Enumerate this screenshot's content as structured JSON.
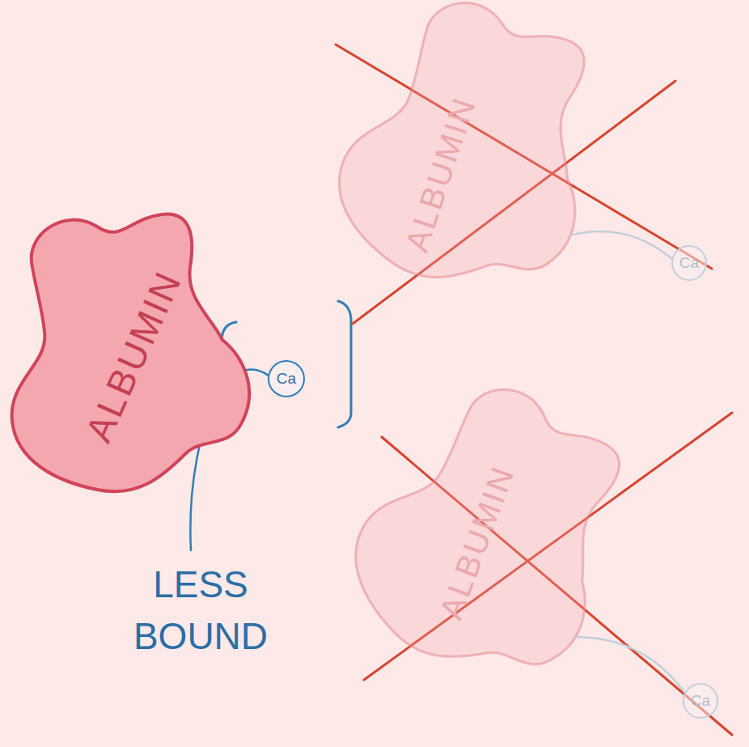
{
  "diagram": {
    "nodes": [
      {
        "text": [
          "ALBUMIN"
        ]
      },
      {
        "text": [
          "Ca"
        ]
      },
      {
        "text": [
          "ALBUMIN"
        ]
      },
      {
        "text": [
          "Ca"
        ]
      },
      {
        "text": [
          "ALBUMIN"
        ]
      },
      {
        "text": [
          "Ca"
        ]
      }
    ],
    "edges": [
      {
        "from": 0,
        "to": 1,
        "arrow": "none"
      },
      {
        "from": 2,
        "to": 3,
        "arrow": "none"
      },
      {
        "from": 4,
        "to": 5,
        "arrow": "none"
      }
    ],
    "labels": [
      "LESS BOUND"
    ]
  }
}
